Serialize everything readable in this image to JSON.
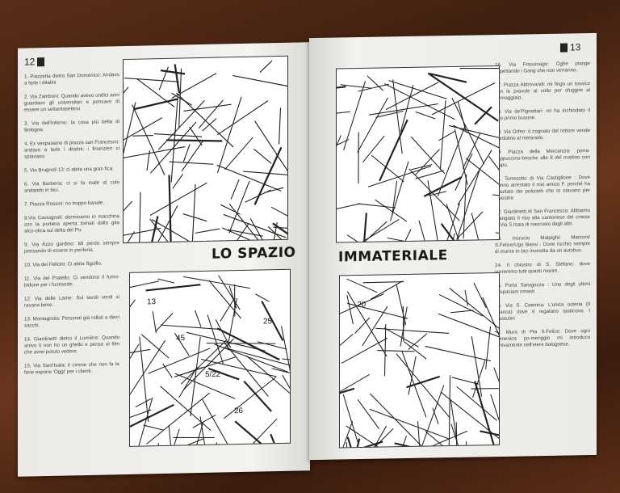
{
  "left_page": {
    "page_number": "12",
    "title": "LO SPAZIO",
    "items": [
      "1. Piazzetta dietro San Domenico: Andavo a farle i ditalini",
      "2. Via Zamboni: Quando avevo undici anni guardavo gli universitari e pensavo di essere un settantasettino",
      "3. Via dell'Inferno: la cosa più bella di Bologna.",
      "4. Ex vespasiano di piazza san Francesco: andavo a farle i ditalini; i finanzieri ci spiavano.",
      "5. Via Brugnoli 13: ci abita una gran fica.",
      "6. Via Barberia: ci si fa male al culo andando in bici.",
      "7. Piazza Rossini: no troppo banale.",
      "8.Via Castagnoli: dormivamo in macchina con la portiera aperta tornati dalla gita alco-olica sul delta del Po.",
      "9. Via Azzo gardino: Mi perdo sempre pensando di essere in periferia.",
      "10. Via dei Felicini: Ci abita Sguillo.",
      "11. Via del Pratello: Ci vendono il fumo-bidone per i fuorisede.",
      "12. Via delle Lame: Sui tavoli verdi si ravana bene.",
      "13. Montagnola: Personal già rollati a dieci sacchi.",
      "14. Giardinetti dietro il Lumière: Quando arrivo lì non ho un ghello e penso al film che avrei potuto vedere.",
      "15. Via Sant'Isaia: il cinese che non fa le ferie espone 'Oggi' per i clienti."
    ],
    "map_labels": [
      "13",
      "45",
      "5/22",
      "26",
      "25"
    ]
  },
  "right_page": {
    "page_number": "13",
    "title": "IMMATERIALE",
    "items": [
      "16. Via Frassinago: Oghe piange aspettando i Gang che non verranno.",
      "17. Piazza Aldrovandi: mi fingo un tossico con le pravole al collo per sfuggire al formaggiaio.",
      "18. Via de'Pignattari: mi ha inchiodato il mio primo busone.",
      "19. Via Orfeo: il cognato del rettore vende bardolino al metanolo.",
      "20. Piazza della Mercanzia: porra-cappuccino-brioche alle 8 del mattino con Capu.",
      "21. Torresotto di Via Castiglione : Dove hanno arrestato il mio amico F. perché ha insultato dei poliziotti che lo stavano per investire",
      "22. Giardinetti di San Francesco: Abbiamo mangiato il riso alla cantonese del cinese di Via S.Isaia di nascosto dagli altri.",
      "23. Incrocio Malpighi/ Marconi/ S.Felice/Ugo Bassi : Dove rischio sempre di morire in bici investita da un autobus.",
      "24. Il chiostro di S. Stefano: dove vorremmo tutti quanti morire.",
      "25. Porta Saragozza : Uno degli ultimi vespasiani rimasti",
      "26. Via S. Caterina: L'unica osteria (Il Branca) dove ti regalano qualcosa: I brustulini",
      "27. Mura di Pta S.Felice: Dove ogni domenica po-meriggio mi introduco furtivamente nell'etere bolognese."
    ],
    "map_labels": [
      "20"
    ]
  }
}
